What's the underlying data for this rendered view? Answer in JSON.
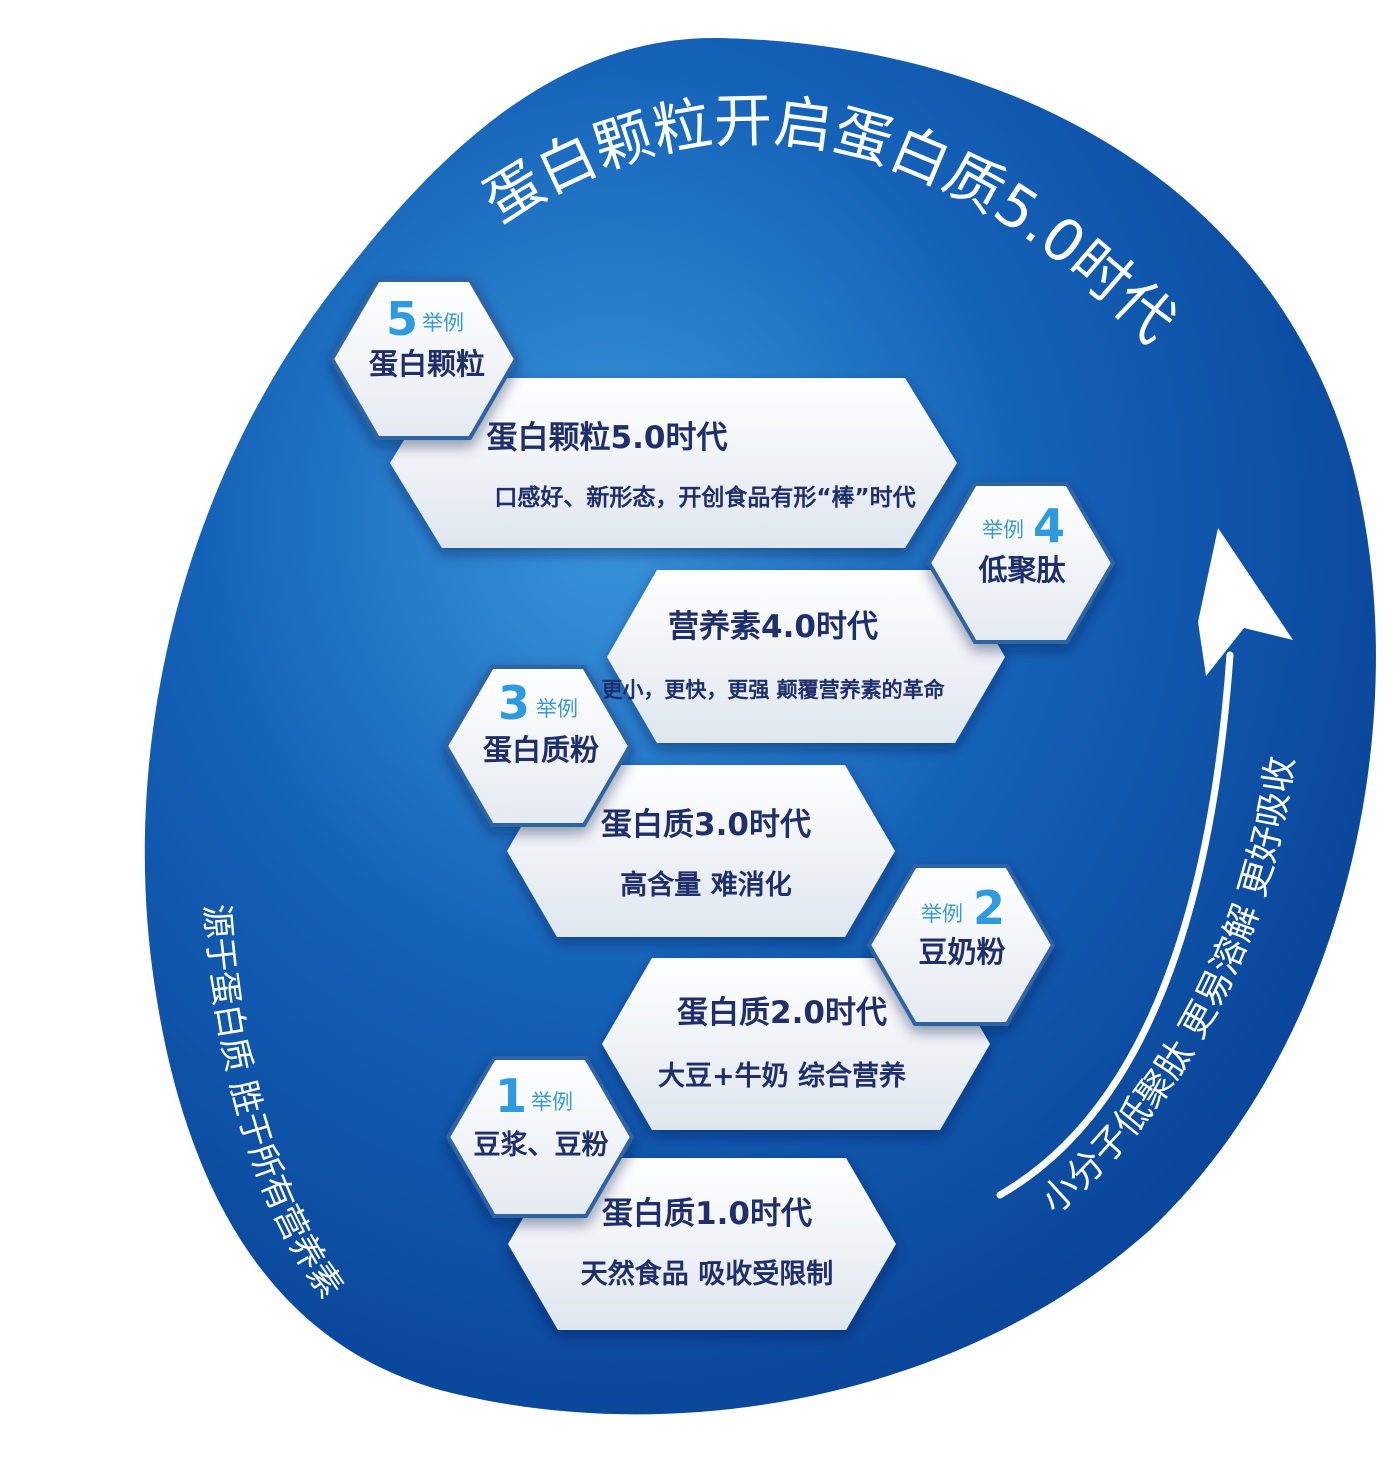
{
  "title": "蛋白颗粒开启蛋白质5.0时代",
  "left_caption": "源于蛋白质 胜于所有营养素",
  "right_caption": "小分子低聚肽 更易溶解 更好吸收",
  "example_label": "举例",
  "stages": [
    {
      "number": "1",
      "example": "豆浆、豆粉",
      "era": "蛋白质1.0时代",
      "desc": "天然食品 吸收受限制"
    },
    {
      "number": "2",
      "example": "豆奶粉",
      "era": "蛋白质2.0时代",
      "desc": "大豆+牛奶 综合营养"
    },
    {
      "number": "3",
      "example": "蛋白质粉",
      "era": "蛋白质3.0时代",
      "desc": "高含量 难消化"
    },
    {
      "number": "4",
      "example": "低聚肽",
      "era": "营养素4.0时代",
      "desc": "更小，更快，更强 颠覆营养素的革命"
    },
    {
      "number": "5",
      "example": "蛋白颗粒",
      "era": "蛋白颗粒5.0时代",
      "desc": "口感好、新形态，开创食品有形“棒”时代"
    }
  ],
  "colors": {
    "blob_dark": "#0a4fa8",
    "blob_light": "#2f8bd6",
    "text_dark": "#1f2f6b",
    "accent": "#2e9be0"
  }
}
